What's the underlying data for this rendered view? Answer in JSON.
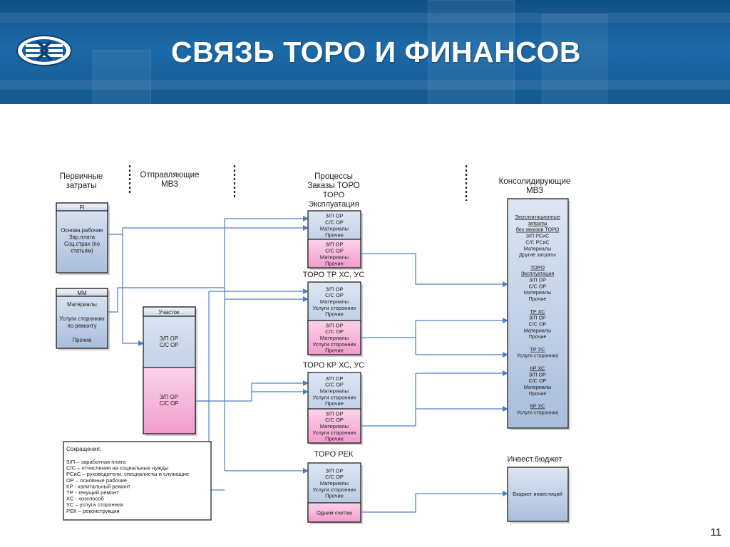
{
  "slide": {
    "title": "СВЯЗЬ ТОРО И ФИНАНСОВ",
    "page_number": "11"
  },
  "colors": {
    "blue_box": "#b9cbe3",
    "pink_box": "#f5b4d8",
    "arrow": "#4f7fc6",
    "header": "#175c97"
  },
  "columns": {
    "primary_costs": [
      "Первичные",
      "затраты"
    ],
    "sending_mvz": [
      "Отправляющие",
      "МВЗ"
    ],
    "processes": [
      "Процессы",
      "Заказы ТОРО"
    ],
    "consolidating_mvz": [
      "Консолидирующие",
      "МВЗ"
    ]
  },
  "fi_box": {
    "header": "FI",
    "lines": [
      "Основн.рабочие",
      "Зар.плата",
      "Соц.страх (по",
      "статьям)"
    ]
  },
  "mm_box": {
    "header": "ММ",
    "lines": [
      "Материалы",
      "",
      "Услуги сторонних",
      "по ремонту",
      "",
      "Прочие"
    ]
  },
  "section_box": {
    "header": "Участок",
    "top_lines": [
      "З/П ОР",
      "С/С ОР"
    ],
    "bottom_lines": [
      "З/П ОР",
      "С/С ОР"
    ]
  },
  "groups": [
    {
      "title": [
        "ТОРО",
        "Эксплуатация"
      ],
      "blue": [
        "З/П ОР",
        "С/С ОР",
        "Материалы",
        "Прочие"
      ],
      "pink": [
        "З/П ОР",
        "С/С ОР",
        "Материалы",
        "Прочие"
      ]
    },
    {
      "title": [
        "ТОРО ТР ХС, УС"
      ],
      "blue": [
        "З/П ОР",
        "С/С ОР",
        "Материалы",
        "Услуги сторонних",
        "Прочие"
      ],
      "pink": [
        "З/П ОР",
        "С/С ОР",
        "Материалы",
        "Услуги сторонних",
        "Прочие"
      ]
    },
    {
      "title": [
        "ТОРО КР ХС, УС"
      ],
      "blue": [
        "З/П ОР",
        "С/С ОР",
        "Материалы",
        "Услуги сторонних",
        "Прочие"
      ],
      "pink": [
        "З/П ОР",
        "С/С ОР",
        "Материалы",
        "Услуги сторонних",
        "Прочие"
      ]
    },
    {
      "title": [
        "ТОРО РЕК"
      ],
      "blue": [
        "З/П ОР",
        "С/С ОР",
        "Материалы",
        "Услуги сторонних",
        "Прочие"
      ],
      "pink": [
        "Одним счетом"
      ]
    }
  ],
  "consolidated": [
    {
      "text": "Эксплуатационные",
      "u": true
    },
    {
      "text": "затраты",
      "u": true
    },
    {
      "text": "без заказов ТОРО",
      "u": true
    },
    {
      "text": "З/П РСиС",
      "u": false
    },
    {
      "text": "С/С РСиС",
      "u": false
    },
    {
      "text": "Материалы",
      "u": false
    },
    {
      "text": "Другие затраты",
      "u": false
    },
    {
      "text": "",
      "u": false
    },
    {
      "text": "ТОРО",
      "u": true
    },
    {
      "text": "Эксплуатация",
      "u": true
    },
    {
      "text": "З/П ОР",
      "u": false
    },
    {
      "text": "С/С ОР",
      "u": false
    },
    {
      "text": "Материалы",
      "u": false
    },
    {
      "text": "Прочие",
      "u": false
    },
    {
      "text": "",
      "u": false
    },
    {
      "text": "ТР ХС",
      "u": true
    },
    {
      "text": "З/П ОР",
      "u": false
    },
    {
      "text": "С/С ОР",
      "u": false
    },
    {
      "text": "Материалы",
      "u": false
    },
    {
      "text": "Прочие",
      "u": false
    },
    {
      "text": "",
      "u": false
    },
    {
      "text": "ТР УС",
      "u": true
    },
    {
      "text": "Услуги сторонних",
      "u": false
    },
    {
      "text": "",
      "u": false
    },
    {
      "text": "КР ХС",
      "u": true
    },
    {
      "text": "З/П ОР",
      "u": false
    },
    {
      "text": "С/С ОР",
      "u": false
    },
    {
      "text": "Материалы",
      "u": false
    },
    {
      "text": "Прочие",
      "u": false
    },
    {
      "text": "",
      "u": false
    },
    {
      "text": "КР УС",
      "u": true
    },
    {
      "text": "Услуги сторонних",
      "u": false
    }
  ],
  "invest": {
    "title": "Инвест.бюджет",
    "box": "Бюджет инвестиций"
  },
  "abbreviations": {
    "title": "Сокращения:",
    "lines": [
      "З/П – заработная плата",
      "С/С – отчисления на социальные нужды",
      "РСиС – руководители, специалисты и служащие",
      "ОР – основные рабочие",
      "КР - капитальный ремонт",
      "ТР - текущий ремонт",
      "ХС - хозспособ",
      "УС – услуги сторонних",
      "РЕК – реконструкция"
    ]
  }
}
